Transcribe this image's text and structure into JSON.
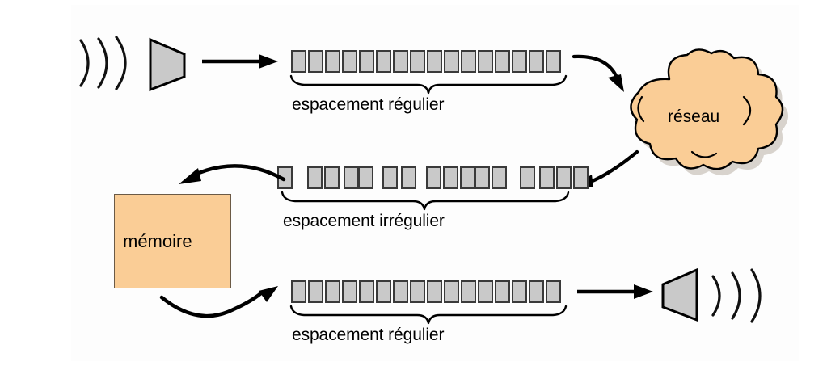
{
  "diagram": {
    "title": "Transmission audio avec gigue reseau et tampon memoire",
    "colors": {
      "packet_fill": "#c9c9c9",
      "packet_border": "#3a3a3a",
      "cloud_fill": "#facd96",
      "memory_fill": "#facd96",
      "speaker_fill": "#c9c9c9",
      "stroke": "#000000",
      "panel_bg": "#fdfdfd",
      "page_bg": "#ffffff"
    },
    "nodes": {
      "source_speaker": {
        "name": "haut-parleur-source",
        "label": ""
      },
      "cloud": {
        "name": "reseau",
        "label": "réseau"
      },
      "memory": {
        "name": "memoire",
        "label": "mémoire"
      },
      "output_speaker": {
        "name": "haut-parleur-sortie",
        "label": ""
      }
    },
    "rows": [
      {
        "id": "row-regular-top",
        "caption": "espacement régulier",
        "spacing": "regulier",
        "packet_count": 16,
        "packet_offsets": [
          0,
          21,
          42,
          63,
          84,
          105,
          126,
          147,
          168,
          189,
          210,
          231,
          252,
          273,
          294,
          315
        ]
      },
      {
        "id": "row-irregular",
        "caption": "espacement irrégulier",
        "spacing": "irregulier",
        "packet_count": 16,
        "packet_offsets": [
          0,
          37,
          58,
          82,
          100,
          130,
          153,
          184,
          205,
          226,
          244,
          265,
          300,
          324,
          345,
          366
        ]
      },
      {
        "id": "row-regular-bottom",
        "caption": "espacement régulier",
        "spacing": "regulier",
        "packet_count": 16,
        "packet_offsets": [
          0,
          21,
          42,
          63,
          84,
          105,
          126,
          147,
          168,
          189,
          210,
          231,
          252,
          273,
          294,
          315
        ]
      }
    ],
    "arrows": [
      {
        "id": "arrow-source-to-row1",
        "kind": "straight",
        "direction": "right"
      },
      {
        "id": "arrow-row1-to-cloud",
        "kind": "curved",
        "direction": "down-right"
      },
      {
        "id": "arrow-cloud-to-row2",
        "kind": "curved",
        "direction": "down-left"
      },
      {
        "id": "arrow-row2-to-memory",
        "kind": "curved",
        "direction": "left"
      },
      {
        "id": "arrow-memory-to-row3",
        "kind": "curved",
        "direction": "right"
      },
      {
        "id": "arrow-row3-to-speaker",
        "kind": "straight",
        "direction": "right"
      }
    ],
    "sound_waves": {
      "source": {
        "name": "ondes-sonores-source",
        "arc_count": 3
      },
      "output": {
        "name": "ondes-sonores-sortie",
        "arc_count": 3
      }
    }
  }
}
